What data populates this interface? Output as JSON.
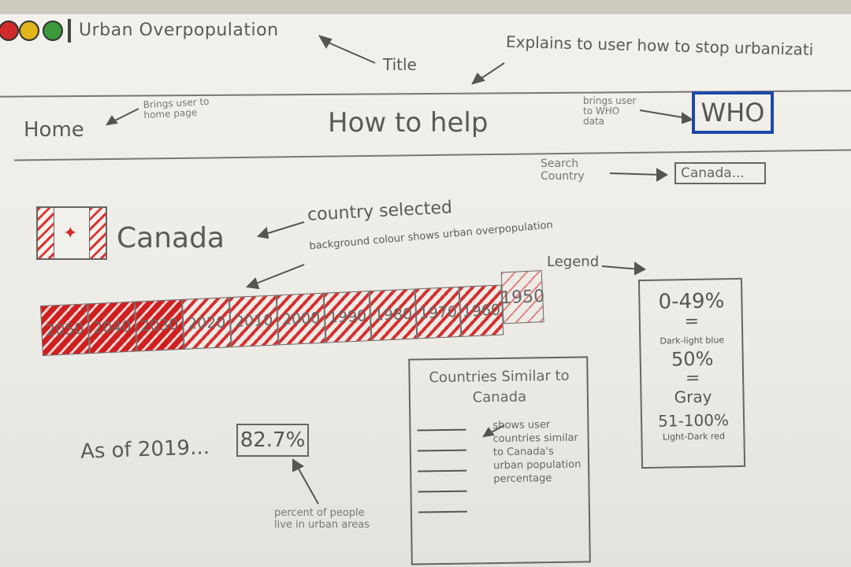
{
  "window": {
    "title": "Urban Overpopulation",
    "title_note": "Title",
    "explain_note": "Explains to user how to stop urbanizati"
  },
  "nav": {
    "home_label": "Home",
    "home_note": "Brings user to home page",
    "center_title": "How to help",
    "who_label": "WHO",
    "who_note": "brings user to WHO data"
  },
  "search": {
    "note": "Search Country",
    "value": "Canada..."
  },
  "country": {
    "name": "Canada",
    "note": "country selected",
    "background_note": "background colour shows urban overpopulation"
  },
  "timeline": {
    "years": [
      "2050",
      "2040",
      "2030",
      "2020",
      "2010",
      "2000",
      "1990",
      "1980",
      "1970",
      "1960",
      "1950"
    ]
  },
  "stat": {
    "prefix": "As of 2019...",
    "value": "82.7%",
    "note": "percent of people live in urban areas"
  },
  "similar": {
    "title": "Countries Similar to Canada",
    "note": "shows user countries similar to Canada's urban population percentage",
    "rows": 5
  },
  "legend": {
    "note": "Legend",
    "range1": "0-49%",
    "eq1": "=",
    "desc1": "Dark-light blue",
    "range2": "50%",
    "eq2": "=",
    "desc2": "Gray",
    "range3": "51-100%",
    "desc3": "Light-Dark red"
  },
  "colors": {
    "who_border": "#1f49a8",
    "hatch_red": "#d33030",
    "traffic_red": "#d02a2a",
    "traffic_yellow": "#e0b51e",
    "traffic_green": "#3b9a3a"
  }
}
